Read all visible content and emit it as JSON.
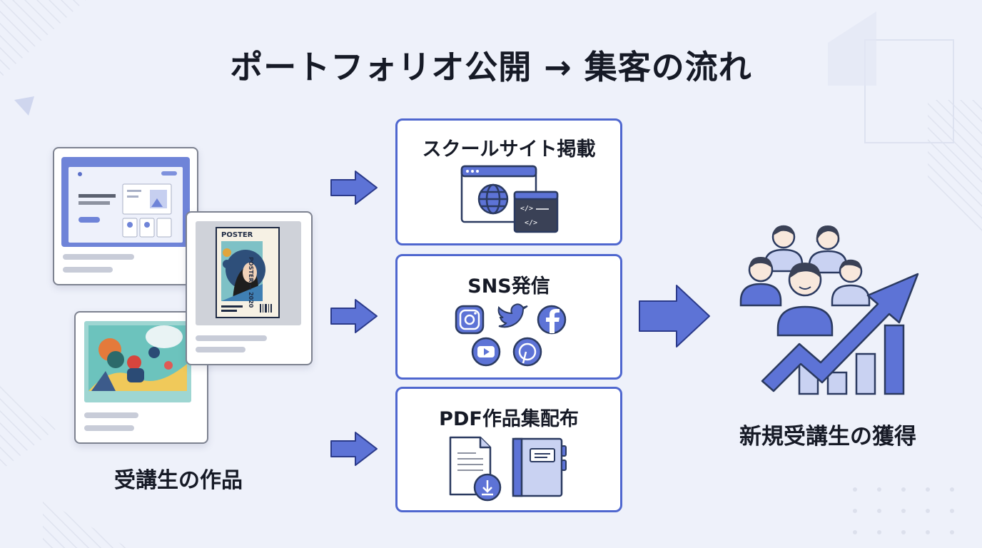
{
  "title": "ポートフォリオ公開 → 集客の流れ",
  "works_caption": "受講生の作品",
  "poster": {
    "title": "POSTER",
    "side_text": "POSTER — 2020"
  },
  "channels": [
    {
      "label": "スクールサイト掲載",
      "icons": [
        "browser-window-icon",
        "globe-icon",
        "code-window-icon"
      ]
    },
    {
      "label": "SNS発信",
      "icons": [
        "instagram-icon",
        "twitter-icon",
        "facebook-icon",
        "youtube-icon",
        "pinterest-icon"
      ]
    },
    {
      "label": "PDF作品集配布",
      "icons": [
        "pdf-document-icon",
        "download-icon",
        "portfolio-binder-icon"
      ]
    }
  ],
  "result_caption": "新規受講生の獲得",
  "colors": {
    "accent": "#4f67cf",
    "accent_light": "#c9d2f2",
    "background": "#eef1fa",
    "dark_text": "#161a26"
  }
}
